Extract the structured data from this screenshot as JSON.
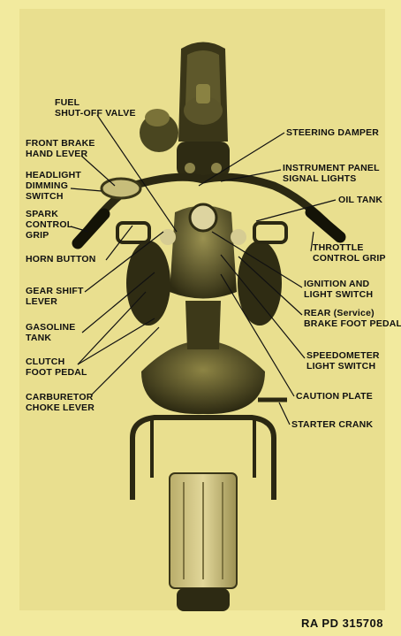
{
  "labels": {
    "fuel_valve": [
      "FUEL",
      "SHUT-OFF VALVE"
    ],
    "front_brake": [
      "FRONT BRAKE",
      "HAND LEVER"
    ],
    "headlight_dimming": [
      "HEADLIGHT",
      "DIMMING",
      "SWITCH"
    ],
    "spark_control": [
      "SPARK",
      "CONTROL",
      "GRIP"
    ],
    "horn_button": [
      "HORN BUTTON"
    ],
    "gear_shift": [
      "GEAR SHIFT",
      "LEVER"
    ],
    "gasoline_tank": [
      "GASOLINE",
      "TANK"
    ],
    "clutch_pedal": [
      "CLUTCH",
      "FOOT PEDAL"
    ],
    "carburetor_choke": [
      "CARBURETOR",
      "CHOKE LEVER"
    ],
    "steering_damper": [
      "STEERING DAMPER"
    ],
    "instrument_panel": [
      "INSTRUMENT PANEL",
      "SIGNAL LIGHTS"
    ],
    "oil_tank": [
      "OIL TANK"
    ],
    "throttle_grip": [
      "THROTTLE",
      "CONTROL GRIP"
    ],
    "ignition_switch": [
      "IGNITION AND",
      "LIGHT SWITCH"
    ],
    "rear_brake": [
      "REAR (Service)",
      "BRAKE FOOT PEDAL"
    ],
    "speedometer_switch": [
      "SPEEDOMETER",
      "LIGHT SWITCH"
    ],
    "caution_plate": [
      "CAUTION PLATE"
    ],
    "starter_crank": [
      "STARTER CRANK"
    ]
  },
  "caption": "RA PD 315708",
  "colors": {
    "paper": "#f2ea9e",
    "photo": "#e9df8f",
    "ink": "#111111"
  }
}
